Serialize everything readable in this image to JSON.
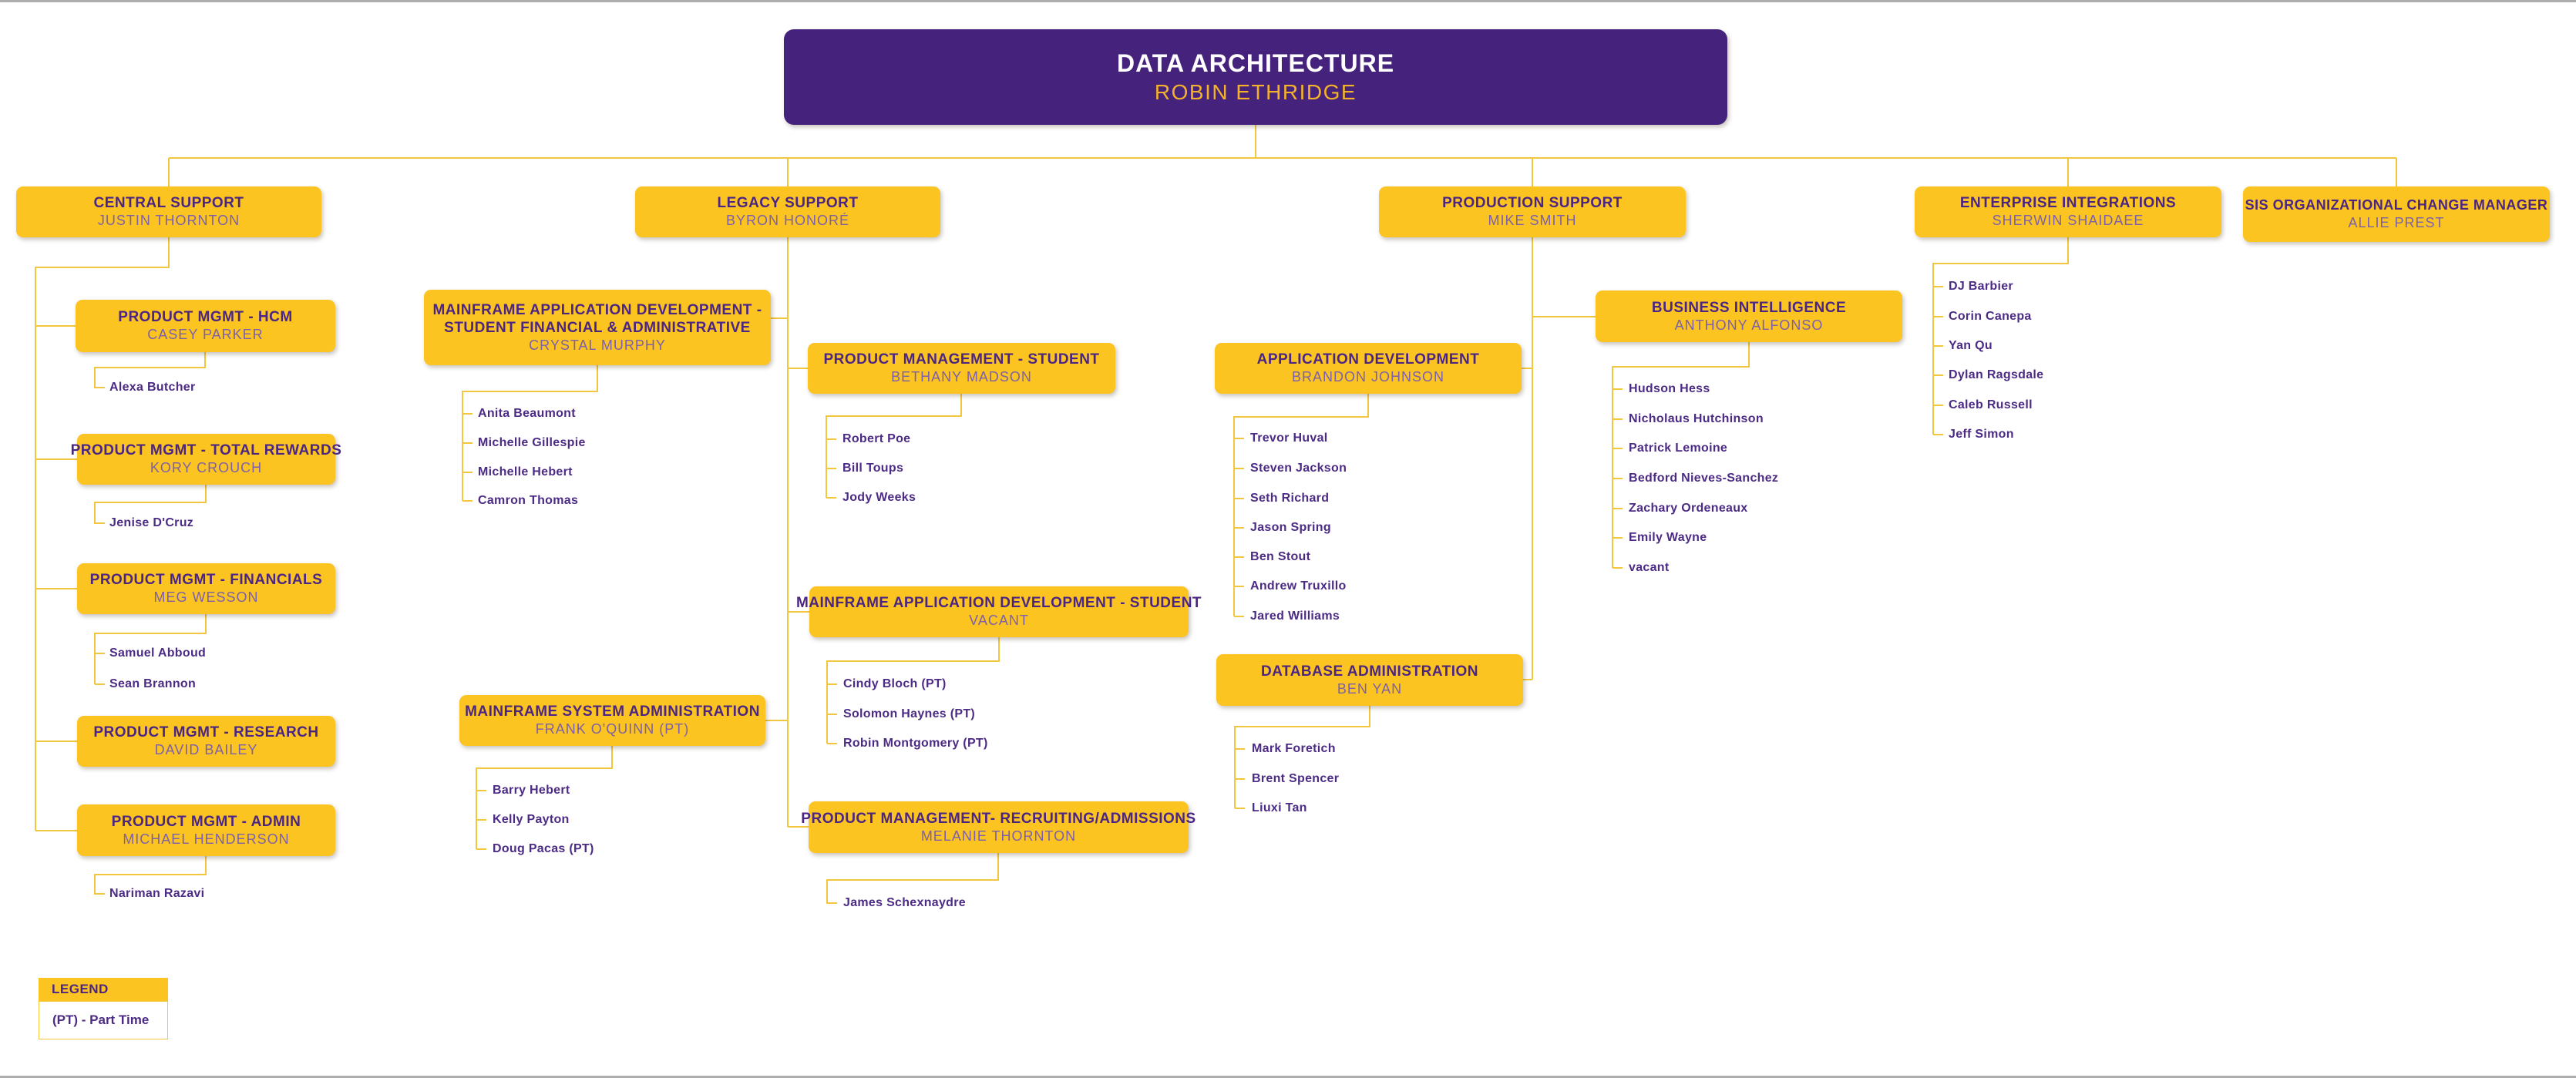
{
  "colors": {
    "root_box": "#45237C",
    "root_title_text": "#FFFFFF",
    "root_name_text": "#F3B229",
    "department_box": "#FBC420",
    "department_title_text": "#4B2583",
    "department_name_text": "#7D60AB",
    "member_text": "#4C2B85",
    "connector_line": "#F3C63F",
    "background": "#FFFFFF"
  },
  "org": {
    "root": {
      "title": "DATA ARCHITECTURE",
      "name": "ROBIN ETHRIDGE"
    },
    "central_support": {
      "title": "CENTRAL SUPPORT",
      "name": "JUSTIN THORNTON"
    },
    "pm_hcm": {
      "title": "PRODUCT MGMT - HCM",
      "name": "CASEY PARKER",
      "members": [
        "Alexa Butcher"
      ]
    },
    "pm_total_rewards": {
      "title": "PRODUCT MGMT - TOTAL REWARDS",
      "name": "KORY CROUCH",
      "members": [
        "Jenise D'Cruz"
      ]
    },
    "pm_financials": {
      "title": "PRODUCT MGMT - FINANCIALS",
      "name": "MEG WESSON",
      "members": [
        "Samuel Abboud",
        "Sean Brannon"
      ]
    },
    "pm_research": {
      "title": "PRODUCT MGMT - RESEARCH",
      "name": "DAVID BAILEY",
      "members": []
    },
    "pm_admin": {
      "title": "PRODUCT MGMT - ADMIN",
      "name": "MICHAEL HENDERSON",
      "members": [
        "Nariman Razavi"
      ]
    },
    "legacy_support": {
      "title": "LEGACY SUPPORT",
      "name": "BYRON HONORÉ"
    },
    "mad_sfa": {
      "title": "MAINFRAME APPLICATION DEVELOPMENT - STUDENT FINANCIAL & ADMINISTRATIVE",
      "name": "CRYSTAL MURPHY",
      "members": [
        "Anita Beaumont",
        "Michelle Gillespie",
        "Michelle Hebert",
        "Camron Thomas"
      ]
    },
    "pm_student": {
      "title": "PRODUCT MANAGEMENT - STUDENT",
      "name": "BETHANY MADSON",
      "members": [
        "Robert Poe",
        "Bill Toups",
        "Jody Weeks"
      ]
    },
    "mad_student": {
      "title": "MAINFRAME APPLICATION DEVELOPMENT - STUDENT",
      "name": "VACANT",
      "members": [
        "Cindy Bloch (PT)",
        "Solomon Haynes (PT)",
        "Robin Montgomery (PT)"
      ]
    },
    "msa": {
      "title": "MAINFRAME SYSTEM ADMINISTRATION",
      "name": "FRANK O'QUINN (PT)",
      "members": [
        "Barry Hebert",
        "Kelly Payton",
        "Doug Pacas (PT)"
      ]
    },
    "pm_recruiting": {
      "title": "PRODUCT MANAGEMENT- RECRUITING/ADMISSIONS",
      "name": "MELANIE THORNTON",
      "members": [
        "James Schexnaydre"
      ]
    },
    "production_support": {
      "title": "PRODUCTION SUPPORT",
      "name": "MIKE SMITH"
    },
    "app_dev": {
      "title": "APPLICATION DEVELOPMENT",
      "name": "BRANDON JOHNSON",
      "members": [
        "Trevor Huval",
        "Steven Jackson",
        "Seth Richard",
        "Jason Spring",
        "Ben Stout",
        "Andrew Truxillo",
        "Jared Williams"
      ]
    },
    "business_intelligence": {
      "title": "BUSINESS INTELLIGENCE",
      "name": "ANTHONY ALFONSO",
      "members": [
        "Hudson Hess",
        "Nicholaus Hutchinson",
        "Patrick Lemoine",
        "Bedford Nieves-Sanchez",
        "Zachary Ordeneaux",
        "Emily Wayne",
        "vacant"
      ]
    },
    "dba": {
      "title": "DATABASE ADMINISTRATION",
      "name": "BEN YAN",
      "members": [
        "Mark Foretich",
        "Brent Spencer",
        "Liuxi Tan"
      ]
    },
    "enterprise_integrations": {
      "title": "ENTERPRISE INTEGRATIONS",
      "name": "SHERWIN SHAIDAEE",
      "members": [
        "DJ Barbier",
        "Corin Canepa",
        "Yan Qu",
        "Dylan Ragsdale",
        "Caleb Russell",
        "Jeff Simon"
      ]
    },
    "sis_ocm": {
      "title": "SIS ORGANIZATIONAL CHANGE MANAGER",
      "name": "ALLIE PREST"
    }
  },
  "legend": {
    "title": "LEGEND",
    "entry": "(PT) - Part Time"
  }
}
